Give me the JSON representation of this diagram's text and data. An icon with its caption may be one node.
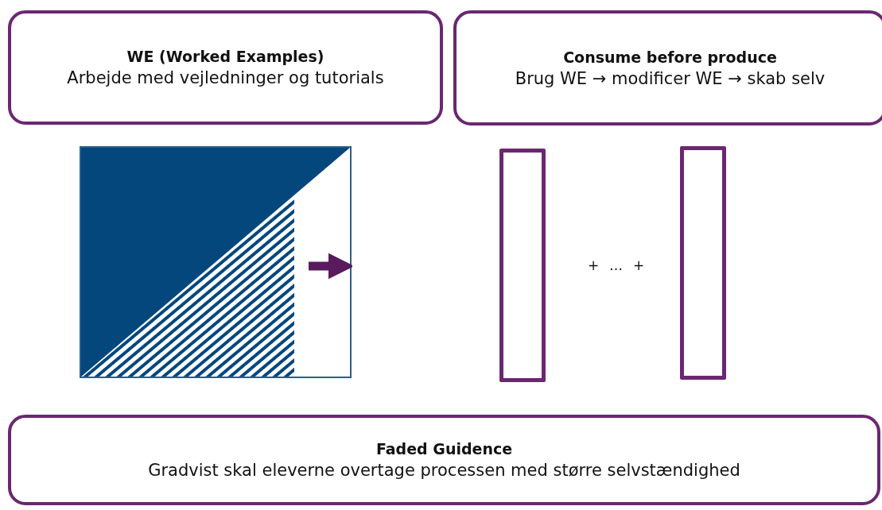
{
  "diagram": {
    "nodes": [
      {
        "text": [
          "WE (Worked Examples)",
          "Arbejde med vejledninger og tutorials"
        ]
      },
      {
        "text": [
          "Consume before produce",
          "Brug WE → modificer WE → skab selv"
        ]
      },
      {
        "text": [],
        "shape": "bar"
      },
      {
        "text": [],
        "shape": "bar"
      },
      {
        "text": [
          "Faded Guidence",
          "Gradvist skal eleverne overtage processen med større selvstændighed"
        ]
      }
    ],
    "edges": [],
    "labels": [
      "+",
      "…",
      "+"
    ]
  }
}
